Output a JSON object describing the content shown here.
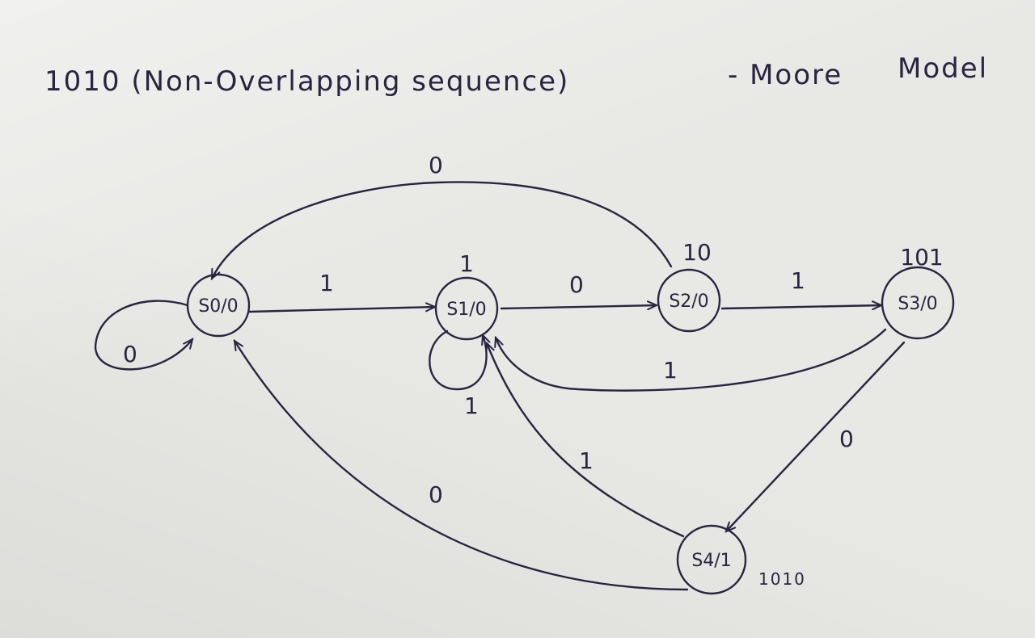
{
  "title": {
    "part1": "1010 (Non-Overlapping sequence)",
    "part2": "- Moore",
    "part3": "Model"
  },
  "states": [
    {
      "id": "S0",
      "label": "S0/0",
      "pattern": ""
    },
    {
      "id": "S1",
      "label": "S1/0",
      "pattern": "1"
    },
    {
      "id": "S2",
      "label": "S2/0",
      "pattern": "10"
    },
    {
      "id": "S3",
      "label": "S3/0",
      "pattern": "101"
    },
    {
      "id": "S4",
      "label": "S4/1",
      "pattern": "1010"
    }
  ],
  "transitions": [
    {
      "from": "S0",
      "to": "S0",
      "input": "0"
    },
    {
      "from": "S0",
      "to": "S1",
      "input": "1"
    },
    {
      "from": "S1",
      "to": "S1",
      "input": "1"
    },
    {
      "from": "S1",
      "to": "S2",
      "input": "0"
    },
    {
      "from": "S2",
      "to": "S0",
      "input": "0"
    },
    {
      "from": "S2",
      "to": "S3",
      "input": "1"
    },
    {
      "from": "S3",
      "to": "S1",
      "input": "1"
    },
    {
      "from": "S3",
      "to": "S4",
      "input": "0"
    },
    {
      "from": "S4",
      "to": "S1",
      "input": "1"
    },
    {
      "from": "S4",
      "to": "S0",
      "input": "0"
    }
  ]
}
